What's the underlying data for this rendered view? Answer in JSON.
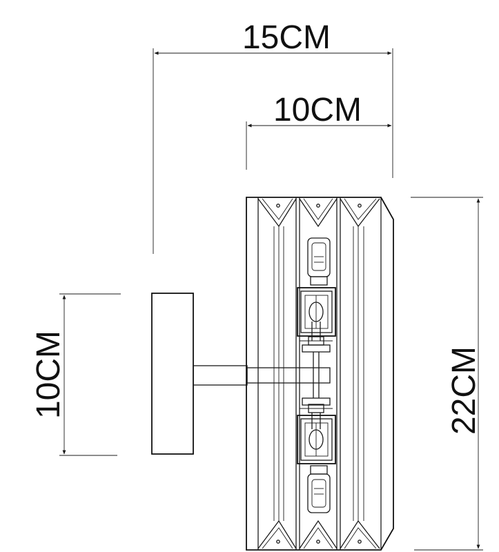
{
  "dimensions": {
    "overall_depth": "15CM",
    "shade_depth": "10CM",
    "backplate_height": "10CM",
    "overall_height": "22CM"
  },
  "colors": {
    "line": "#1a1a1a",
    "background": "#ffffff"
  }
}
